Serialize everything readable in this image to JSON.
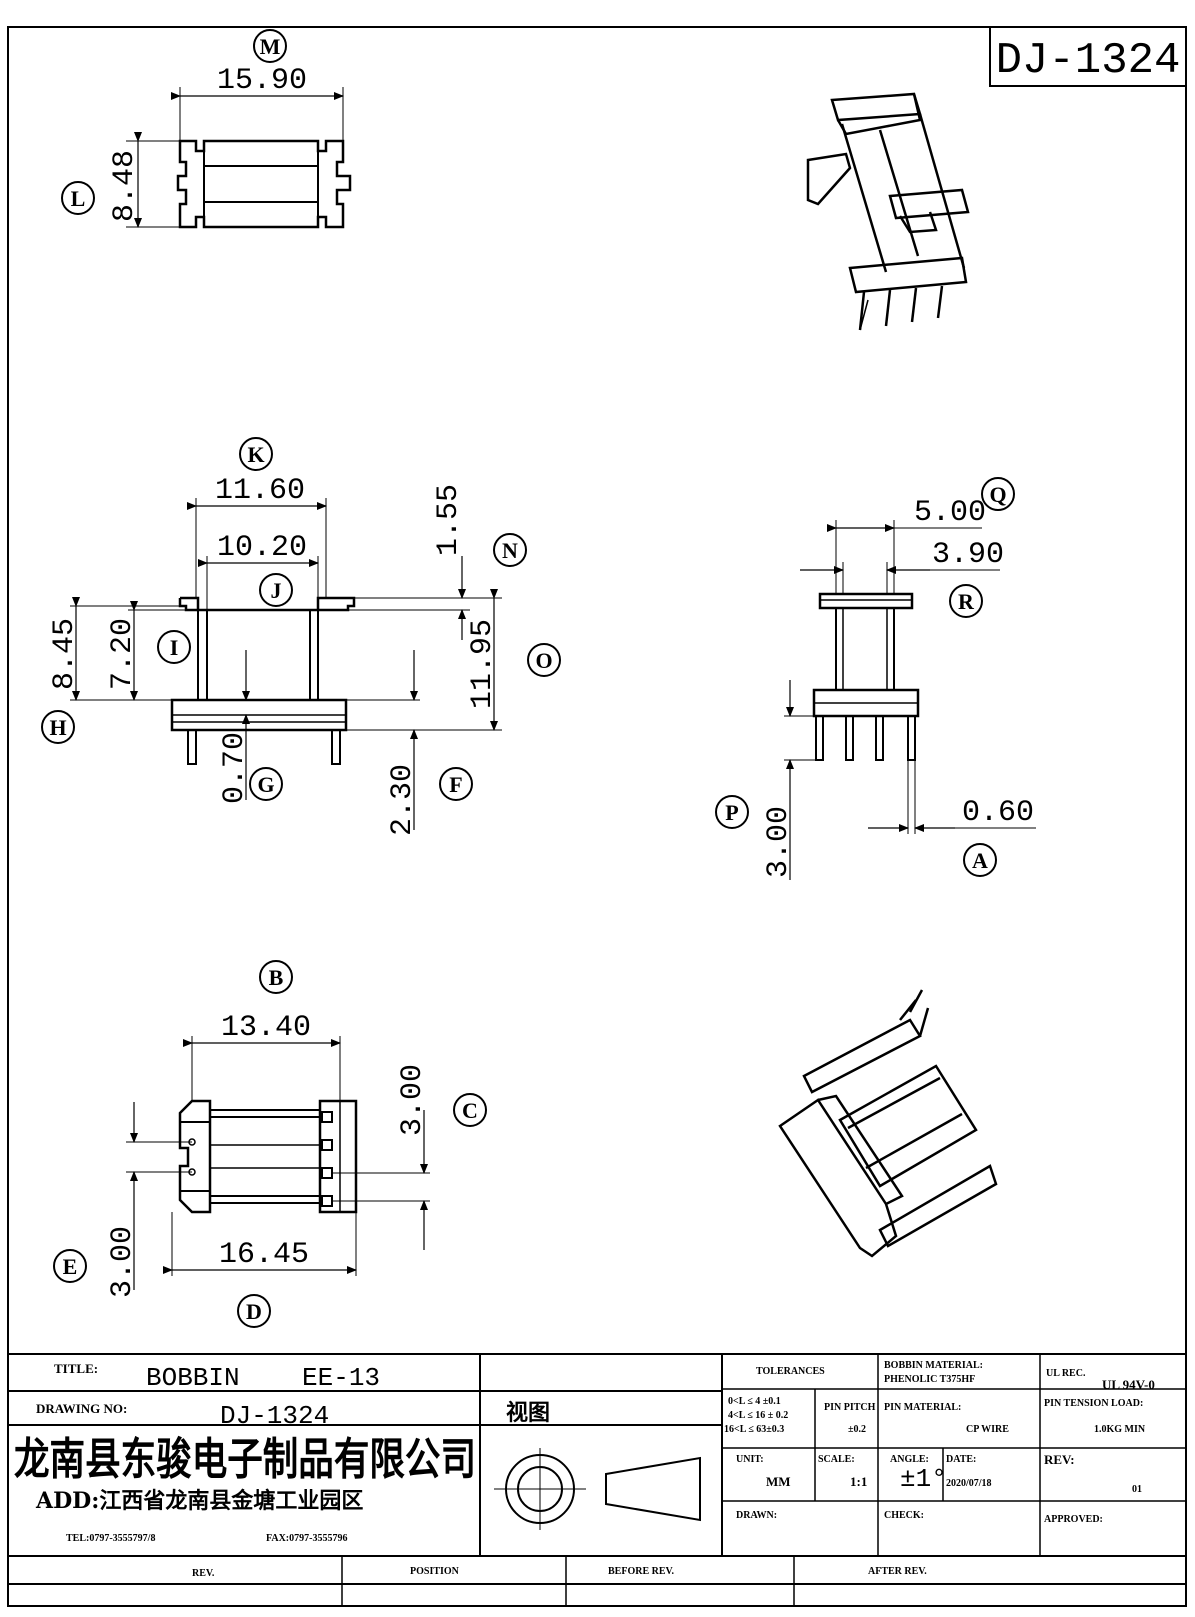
{
  "drawing_no_box": "DJ-1324",
  "dimensions": {
    "M": "15.90",
    "L": "8.48",
    "K": "11.60",
    "J": "10.20",
    "N": "1.55",
    "H": "8.45",
    "I": "7.20",
    "O": "11.95",
    "G": "0.70",
    "F": "2.30",
    "Q": "5.00",
    "R": "3.90",
    "A": "0.60",
    "P": "3.00",
    "B": "13.40",
    "C": "3.00",
    "E": "3.00",
    "D": "16.45"
  },
  "callouts": [
    "M",
    "L",
    "K",
    "J",
    "N",
    "H",
    "I",
    "O",
    "G",
    "F",
    "Q",
    "R",
    "A",
    "P",
    "B",
    "C",
    "E",
    "D"
  ],
  "title_block": {
    "title_label": "TITLE:",
    "title_value": "BOBBIN    EE-13",
    "drawing_no_label": "DRAWING NO:",
    "drawing_no_value": "DJ-1324",
    "view_label": "视图",
    "company": "龙南县东骏电子制品有限公司",
    "address": "ADD:江西省龙南县金塘工业园区",
    "tel": "TEL:0797-3555797/8",
    "fax": "FAX:0797-3555796",
    "tolerances_label": "TOLERANCES",
    "tol_1": "0<L ≤ 4 ±0.1",
    "tol_2": "4<L ≤ 16 ± 0.2",
    "tol_3": "16<L ≤ 63±0.3",
    "pin_pitch_label": "PIN PITCH",
    "pin_pitch_value": "±0.2",
    "bobbin_material_label": "BOBBIN MATERIAL:",
    "bobbin_material_value": "PHENOLIC T375HF",
    "ul_label": "UL REC.",
    "ul_value": "UL 94V-0",
    "pin_material_label": "PIN MATERIAL:",
    "pin_material_value": "CP WIRE",
    "pin_tension_label": "PIN TENSION LOAD:",
    "pin_tension_value": "1.0KG MIN",
    "unit_label": "UNIT:",
    "unit_value": "MM",
    "scale_label": "SCALE:",
    "scale_value": "1:1",
    "angle_label": "ANGLE:",
    "angle_value": "±1°",
    "date_label": "DATE:",
    "date_value": "2020/07/18",
    "rev_label": "REV:",
    "rev_value": "01",
    "drawn_label": "DRAWN:",
    "check_label": "CHECK:",
    "approved_label": "APPROVED:",
    "bottom_rev": "REV.",
    "bottom_position": "POSITION",
    "bottom_before": "BEFORE REV.",
    "bottom_after": "AFTER REV."
  }
}
